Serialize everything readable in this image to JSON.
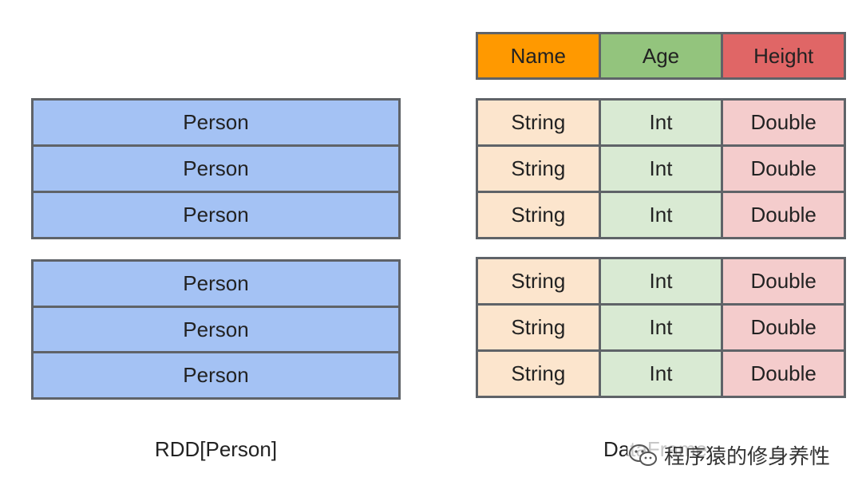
{
  "rdd": {
    "block1": [
      "Person",
      "Person",
      "Person"
    ],
    "block2": [
      "Person",
      "Person",
      "Person"
    ],
    "caption": "RDD[Person]"
  },
  "dataframe": {
    "header": [
      "Name",
      "Age",
      "Height"
    ],
    "block1": [
      [
        "String",
        "Int",
        "Double"
      ],
      [
        "String",
        "Int",
        "Double"
      ],
      [
        "String",
        "Int",
        "Double"
      ]
    ],
    "block2": [
      [
        "String",
        "Int",
        "Double"
      ],
      [
        "String",
        "Int",
        "Double"
      ],
      [
        "String",
        "Int",
        "Double"
      ]
    ],
    "caption": "DataFrame"
  },
  "watermark": {
    "text": "程序猿的修身养性",
    "icon": "wechat-icon"
  },
  "colors": {
    "person": "#a4c2f4",
    "name_header": "#ff9900",
    "age_header": "#93c47d",
    "height_header": "#e06666",
    "name_cell": "#fce5cd",
    "age_cell": "#d9ead3",
    "height_cell": "#f4cccc",
    "border": "#5f6368"
  }
}
